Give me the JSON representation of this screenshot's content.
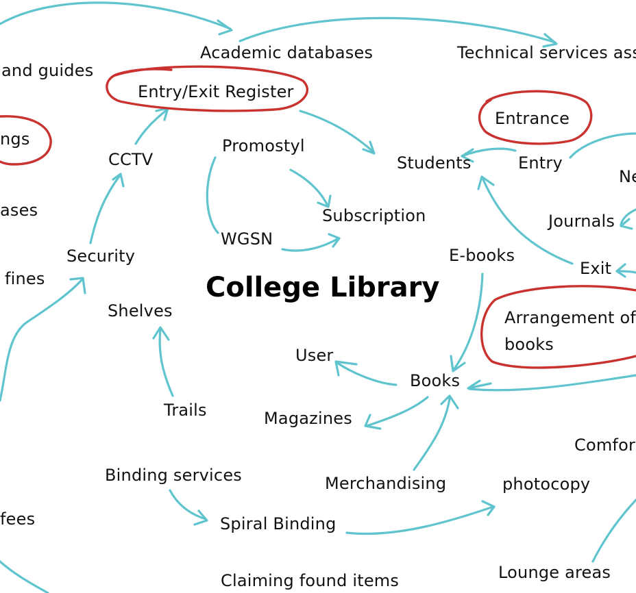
{
  "title": "College Library",
  "colors": {
    "arrow": "#5fc4cd",
    "highlight": "#c9322e",
    "text": "#111111"
  },
  "nodes": {
    "and_guides": "and guides",
    "ngs": "ngs",
    "ases": "ases",
    "fines": "fines",
    "fees": "fees",
    "academic_databases": "Academic databases",
    "technical_services": "Technical services ass",
    "entry_exit_register": "Entry/Exit Register",
    "cctv": "CCTV",
    "security": "Security",
    "shelves": "Shelves",
    "trails": "Trails",
    "promostyl": "Promostyl",
    "wgsn": "WGSN",
    "subscription": "Subscription",
    "students": "Students",
    "entry": "Entry",
    "entrance": "Entrance",
    "ne": "Ne",
    "journals": "Journals",
    "exit": "Exit",
    "e_books": "E-books",
    "arrangement_line1": "Arrangement of",
    "arrangement_line2": "books",
    "user": "User",
    "books": "Books",
    "magazines": "Magazines",
    "comfor": "Comfor",
    "binding_services": "Binding services",
    "merchandising": "Merchandising",
    "photocopy": "photocopy",
    "spiral_binding": "Spiral Binding",
    "claiming_found_items": "Claiming  found items",
    "lounge_areas": "Lounge areas"
  }
}
